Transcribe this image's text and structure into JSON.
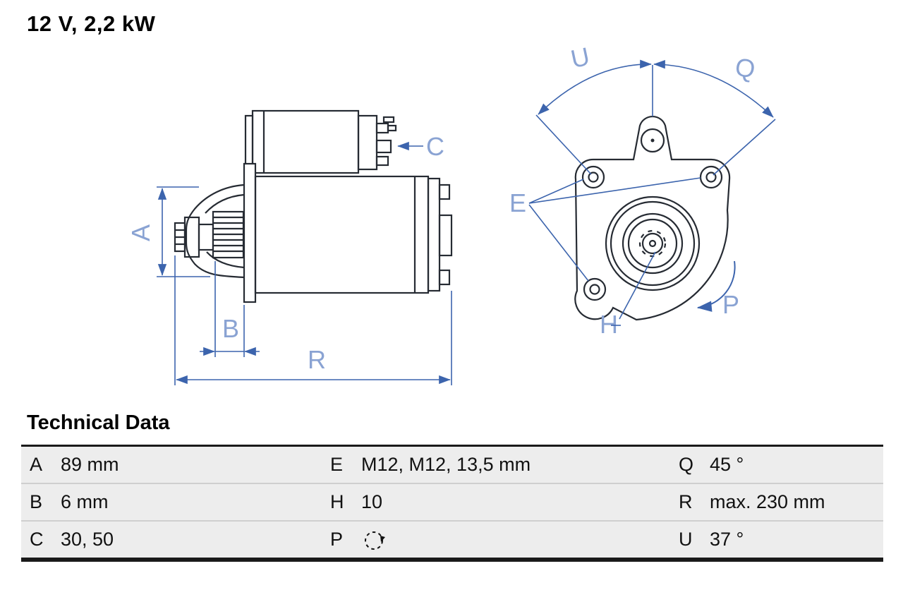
{
  "title": "12 V, 2,2 kW",
  "drawing": {
    "dimension_labels": {
      "A": "A",
      "B": "B",
      "C": "C",
      "R": "R",
      "E": "E",
      "H": "H",
      "P": "P",
      "Q": "Q",
      "U": "U"
    },
    "annotation_color": "#3c64ad",
    "label_color": "#8aa3d3",
    "outline_color": "#262b33"
  },
  "technical_data": {
    "heading": "Technical Data",
    "rows": [
      {
        "k0": "A",
        "v0": "89 mm",
        "k1": "E",
        "v1": "M12, M12, 13,5 mm",
        "k2": "Q",
        "v2": "45 °"
      },
      {
        "k0": "B",
        "v0": "6 mm",
        "k1": "H",
        "v1": "10",
        "k2": "R",
        "v2": "max. 230 mm"
      },
      {
        "k0": "C",
        "v0": "30, 50",
        "k1": "P",
        "v1": "",
        "k2": "U",
        "v2": "37 °"
      }
    ],
    "icons": {
      "p_value": "rotation-direction-icon"
    }
  }
}
